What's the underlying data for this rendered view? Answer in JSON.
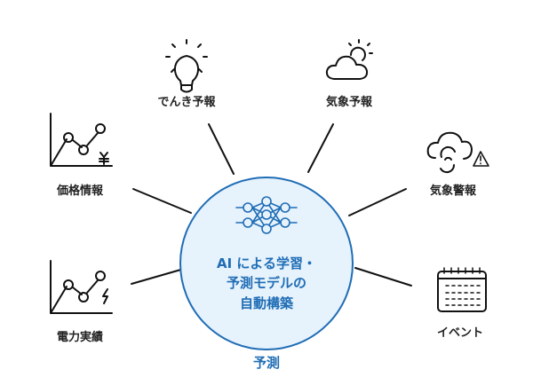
{
  "center": {
    "lines": [
      "AI による学習・",
      "予測モデルの",
      "自動構築"
    ],
    "caption": "予測",
    "icon": "neural-network-icon"
  },
  "nodes": [
    {
      "label": "でんき予報",
      "icon": "lightbulb-icon"
    },
    {
      "label": "気象予報",
      "icon": "cloud-sun-icon"
    },
    {
      "label": "価格情報",
      "icon": "line-chart-yen-icon"
    },
    {
      "label": "気象警報",
      "icon": "storm-warning-icon"
    },
    {
      "label": "電力実績",
      "icon": "line-chart-lightning-icon"
    },
    {
      "label": "イベント",
      "icon": "calendar-icon"
    }
  ],
  "colors": {
    "accent": "#1f6db5",
    "circle_fill": "#e6f2fc",
    "line": "#111111"
  }
}
